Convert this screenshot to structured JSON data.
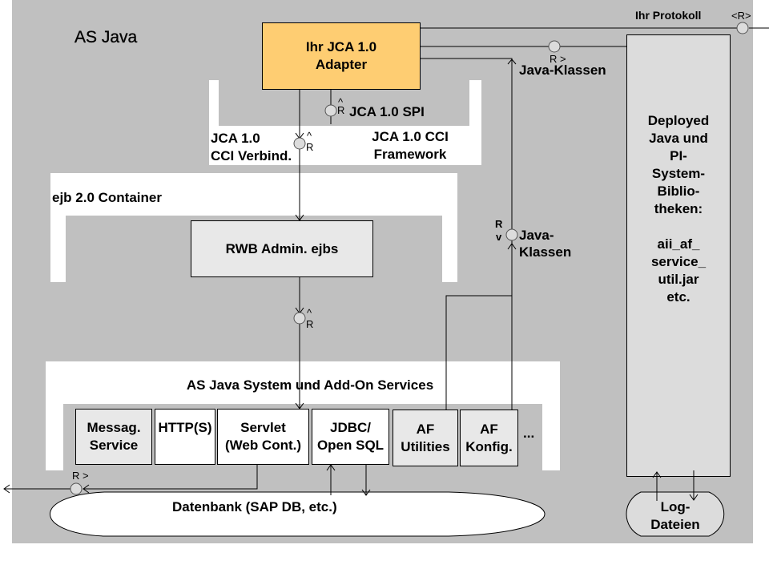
{
  "diagram": {
    "title": "AS Java",
    "colors": {
      "background": "#c0c0c0",
      "adapter_fill": "#fecd72",
      "component_fill": "#e8e8e8",
      "library_fill": "#dcdcdc",
      "interface_fill": "#dcdcdc",
      "white": "#ffffff"
    },
    "adapter": {
      "line1": "Ihr JCA 1.0",
      "line2": "Adapter"
    },
    "protocol": {
      "label": "Ihr Protokoll",
      "role": "<R>"
    },
    "jca_framework": {
      "spi_label": "JCA 1.0 SPI",
      "spi_role": "R",
      "cci_conn_line1": "JCA 1.0",
      "cci_conn_line2": "CCI Verbind.",
      "cci_conn_role": "R",
      "framework_line1": "JCA 1.0 CCI",
      "framework_line2": "Framework"
    },
    "java_classes_top": {
      "role": "R >",
      "label": "Java-Klassen"
    },
    "java_classes_mid": {
      "role_r": "R",
      "role_v": "v",
      "line1": "Java-",
      "line2": "Klassen"
    },
    "ejb_container": {
      "label": "ejb 2.0 Container",
      "component": "RWB Admin. ejbs",
      "role": "R"
    },
    "services": {
      "label": "AS Java System und Add-On Services",
      "items": [
        {
          "line1": "Messag.",
          "line2": "Service"
        },
        {
          "line1": "HTTP(S)",
          "line2": ""
        },
        {
          "line1": "Servlet",
          "line2": "(Web Cont.)"
        },
        {
          "line1": "JDBC/",
          "line2": "Open SQL"
        },
        {
          "line1": "AF",
          "line2": "Utilities"
        },
        {
          "line1": "AF",
          "line2": "Konfig."
        }
      ],
      "more": "..."
    },
    "libraries": {
      "lines": [
        "Deployed",
        "Java und",
        "PI-",
        "System-",
        "Biblio-",
        "theken:",
        "",
        "aii_af_",
        "service_",
        "util.jar",
        "etc."
      ]
    },
    "database": {
      "label": "Datenbank (SAP DB, etc.)",
      "role": "R >"
    },
    "logs": {
      "line1": "Log-",
      "line2": "Dateien"
    }
  }
}
